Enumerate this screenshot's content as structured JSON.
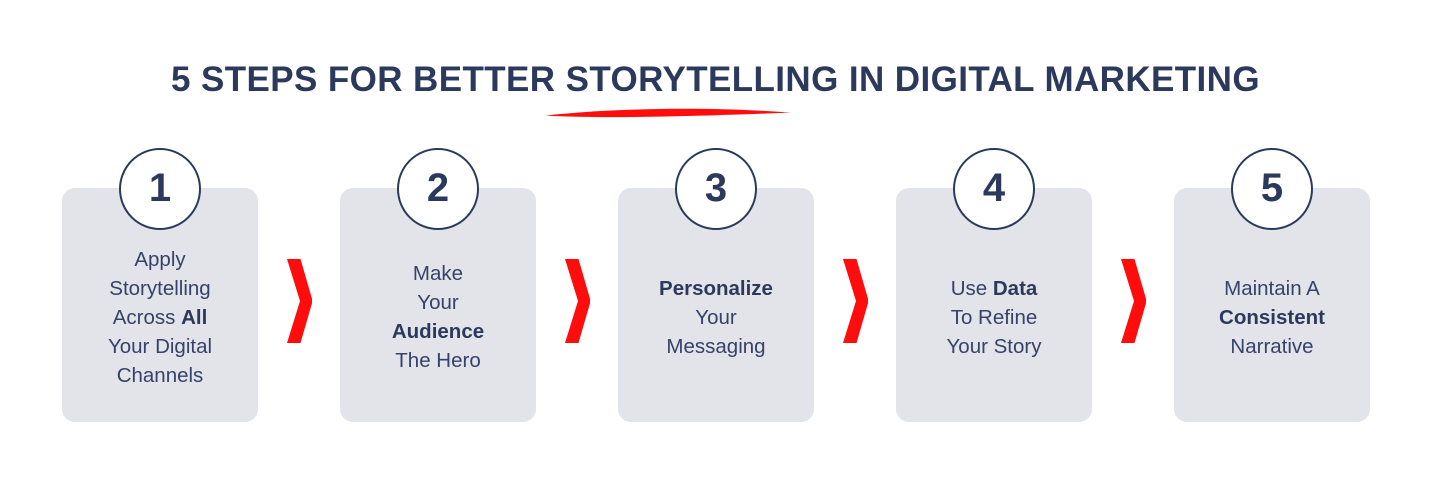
{
  "title": {
    "text": "5 STEPS FOR BETTER STORYTELLING IN DIGITAL MARKETING",
    "color": "#2B3A5C",
    "underline_icon": "red-swoosh-underline",
    "underline_color": "#FF0D0D"
  },
  "theme": {
    "background": "#FFFFFF",
    "card_background": "#E3E4E9",
    "navy": "#2B3A5C",
    "body_text": "#36426A",
    "accent_red": "#FF0D0D"
  },
  "separator": {
    "icon": "chevron-right-icon",
    "color": "#FF0D0D",
    "count": 4
  },
  "steps": [
    {
      "number": "1",
      "lines": [
        {
          "text": "Apply",
          "bold": false
        },
        {
          "text": "Storytelling",
          "bold": false
        },
        {
          "segments": [
            {
              "text": "Across ",
              "bold": false
            },
            {
              "text": "All",
              "bold": true
            }
          ]
        },
        {
          "text": "Your Digital",
          "bold": false
        },
        {
          "text": "Channels",
          "bold": false
        }
      ],
      "plain": "Apply Storytelling Across All Your Digital Channels"
    },
    {
      "number": "2",
      "lines": [
        {
          "text": "Make",
          "bold": false
        },
        {
          "text": "Your",
          "bold": false
        },
        {
          "text": "Audience",
          "bold": true
        },
        {
          "text": "The Hero",
          "bold": false
        }
      ],
      "plain": "Make Your Audience The Hero"
    },
    {
      "number": "3",
      "lines": [
        {
          "text": "Personalize",
          "bold": true
        },
        {
          "text": "Your",
          "bold": false
        },
        {
          "text": "Messaging",
          "bold": false
        }
      ],
      "plain": "Personalize Your Messaging"
    },
    {
      "number": "4",
      "lines": [
        {
          "segments": [
            {
              "text": "Use ",
              "bold": false
            },
            {
              "text": "Data",
              "bold": true
            }
          ]
        },
        {
          "text": "To Refine",
          "bold": false
        },
        {
          "text": "Your Story",
          "bold": false
        }
      ],
      "plain": "Use Data To Refine Your Story"
    },
    {
      "number": "5",
      "lines": [
        {
          "text": "Maintain A",
          "bold": false
        },
        {
          "text": "Consistent",
          "bold": true
        },
        {
          "text": "Narrative",
          "bold": false
        }
      ],
      "plain": "Maintain A Consistent Narrative"
    }
  ]
}
